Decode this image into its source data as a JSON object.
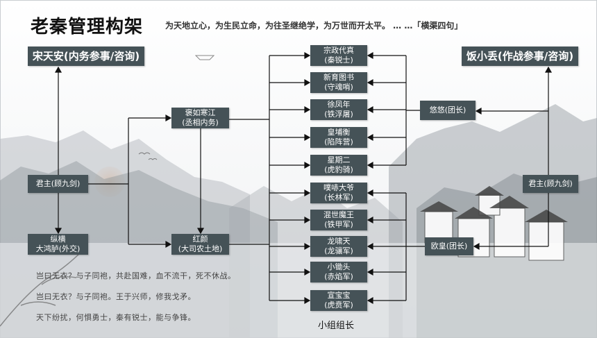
{
  "title": "老秦管理构架",
  "motto": "为天地立心，为生民立命，为往圣继绝学，为万世而开太平。 … …「横渠四句」",
  "left": {
    "advisor": "宋天安(内务参事/咨询)",
    "lord": "君主(顾九剑)",
    "diplomacy": {
      "line1": "纵横",
      "line2": "大鸿胪(外交)"
    },
    "chancellor": {
      "line1": "褒如寒江",
      "line2": "(丞相内务)"
    },
    "agriculture": {
      "line1": "红颜",
      "line2": "(大司农土地)"
    }
  },
  "middle": {
    "units": [
      {
        "line1": "宗政代真",
        "line2": "(秦锐士)"
      },
      {
        "line1": "新育图书",
        "line2": "(守魂哨)"
      },
      {
        "line1": "徐凤年",
        "line2": "(铁浮屠)"
      },
      {
        "line1": "皇埔衡",
        "line2": "(陷阵营)"
      },
      {
        "line1": "星期二",
        "line2": "(虎豹骑)"
      },
      {
        "line1": "噗哧大爷",
        "line2": "(长林军)"
      },
      {
        "line1": "混世魔王",
        "line2": "(铁甲军)"
      },
      {
        "line1": "龙啸天",
        "line2": "(龙骧军)"
      },
      {
        "line1": "小锄头",
        "line2": "(赤焰军)"
      },
      {
        "line1": "宣宝宝",
        "line2": "(虎贲军)"
      }
    ],
    "footer": "小组组长"
  },
  "right": {
    "advisor": "饭小丢(作战参事/咨询)",
    "lord": "君主(顾九剑)",
    "captain_top": "悠悠(团长)",
    "captain_bottom": "欧皇(团长)"
  },
  "poem": [
    "岂曰无衣？与子同袍，共赴国难，血不流干，死不休战。",
    "岂曰无衣？与子同袍。王于兴师，修我戈矛。",
    "天下纷扰，何惧勇士，秦有锐士，能与争锋。"
  ],
  "colors": {
    "box": "#455257",
    "line": "#111111",
    "text": "#ffffff"
  }
}
